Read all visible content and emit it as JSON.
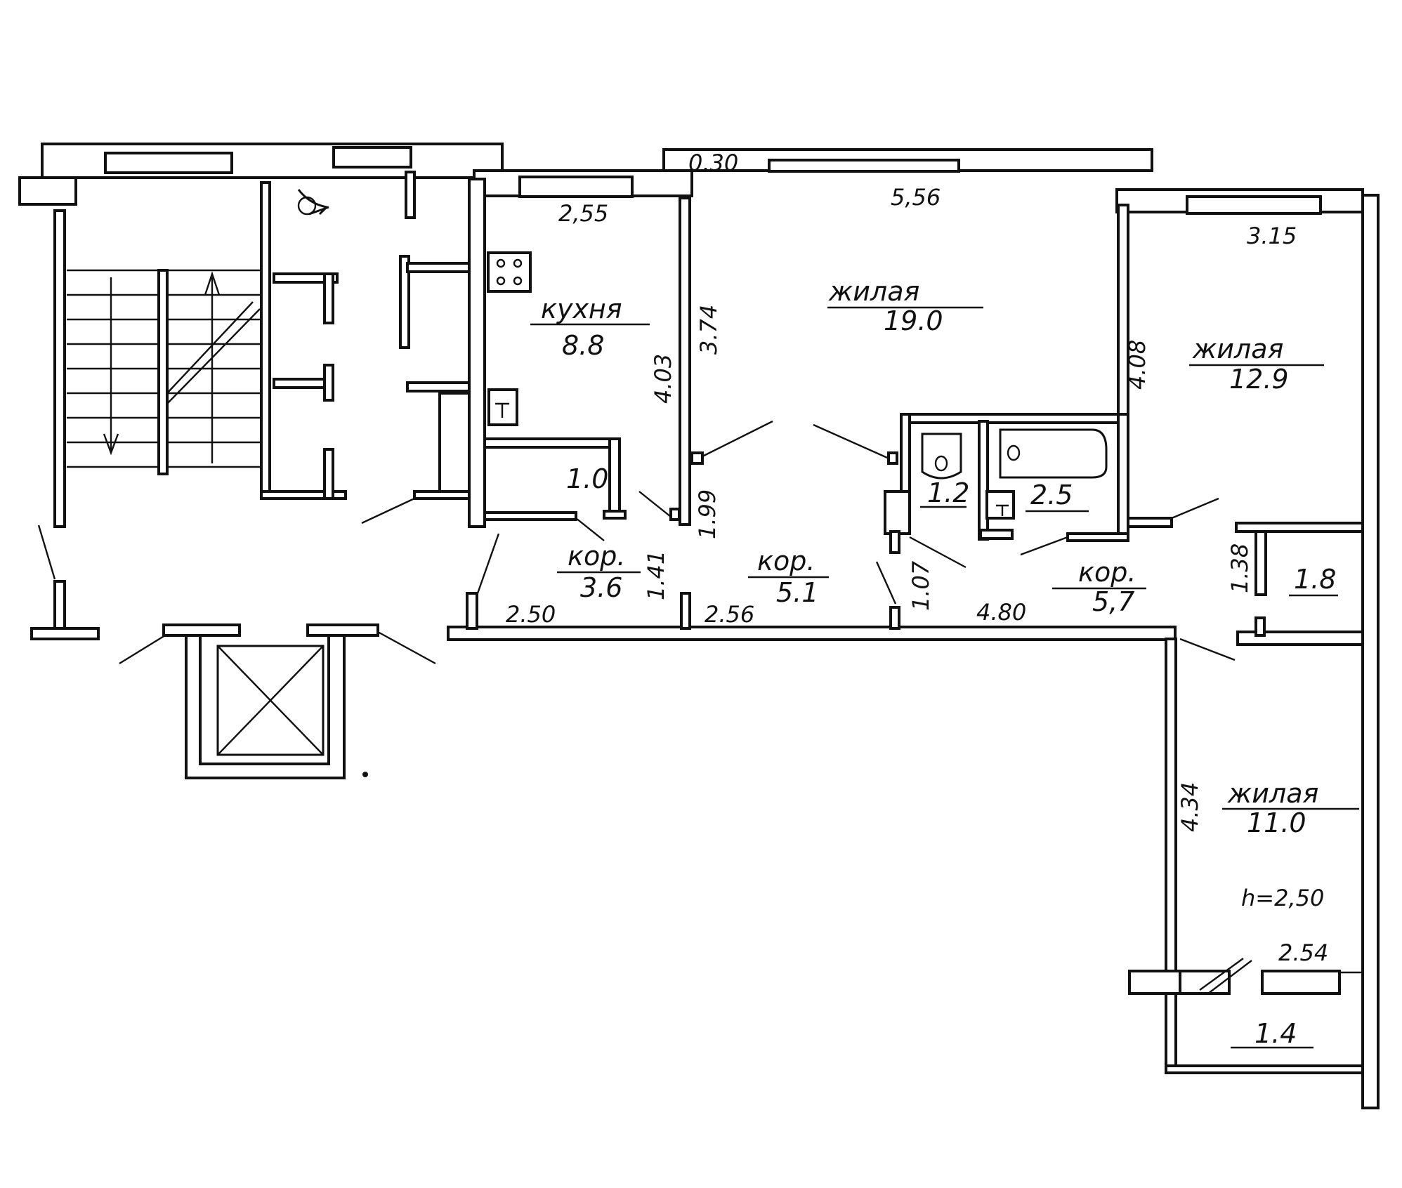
{
  "rooms": {
    "kitchen": {
      "name": "кухня",
      "area": "8.8"
    },
    "living_1": {
      "name": "жилая",
      "area": "19.0"
    },
    "living_2": {
      "name": "жилая",
      "area": "12.9"
    },
    "living_3": {
      "name": "жилая",
      "area": "11.0"
    },
    "corridor_1": {
      "name": "кор.",
      "area": "3.6"
    },
    "corridor_2": {
      "name": "кор.",
      "area": "5.1"
    },
    "corridor_3": {
      "name": "кор.",
      "area": "5,7"
    },
    "toilet": {
      "area": "1.2"
    },
    "bathroom": {
      "area": "2.5"
    },
    "pantry_kitchen": {
      "area": "1.0"
    },
    "closet": {
      "area": "1.8"
    },
    "balcony": {
      "area": "1.4"
    }
  },
  "dimensions": {
    "wall_thickness": "0.30",
    "kitchen_width": "2,55",
    "living1_width": "5,56",
    "living2_width": "3.15",
    "kitchen_depth": "4.03",
    "living1_depth": "3.74",
    "living2_depth": "4.08",
    "corridor1_length": "1.41",
    "corridor2_length": "1.99",
    "corridor3_length": "1.07",
    "closet_depth": "1.38",
    "living3_depth": "4.34",
    "entrance_width": "2.50",
    "corridor2_width": "2.56",
    "corridor3_width": "4.80",
    "living3_width": "2.54"
  },
  "ceiling_height": "h=2,50"
}
